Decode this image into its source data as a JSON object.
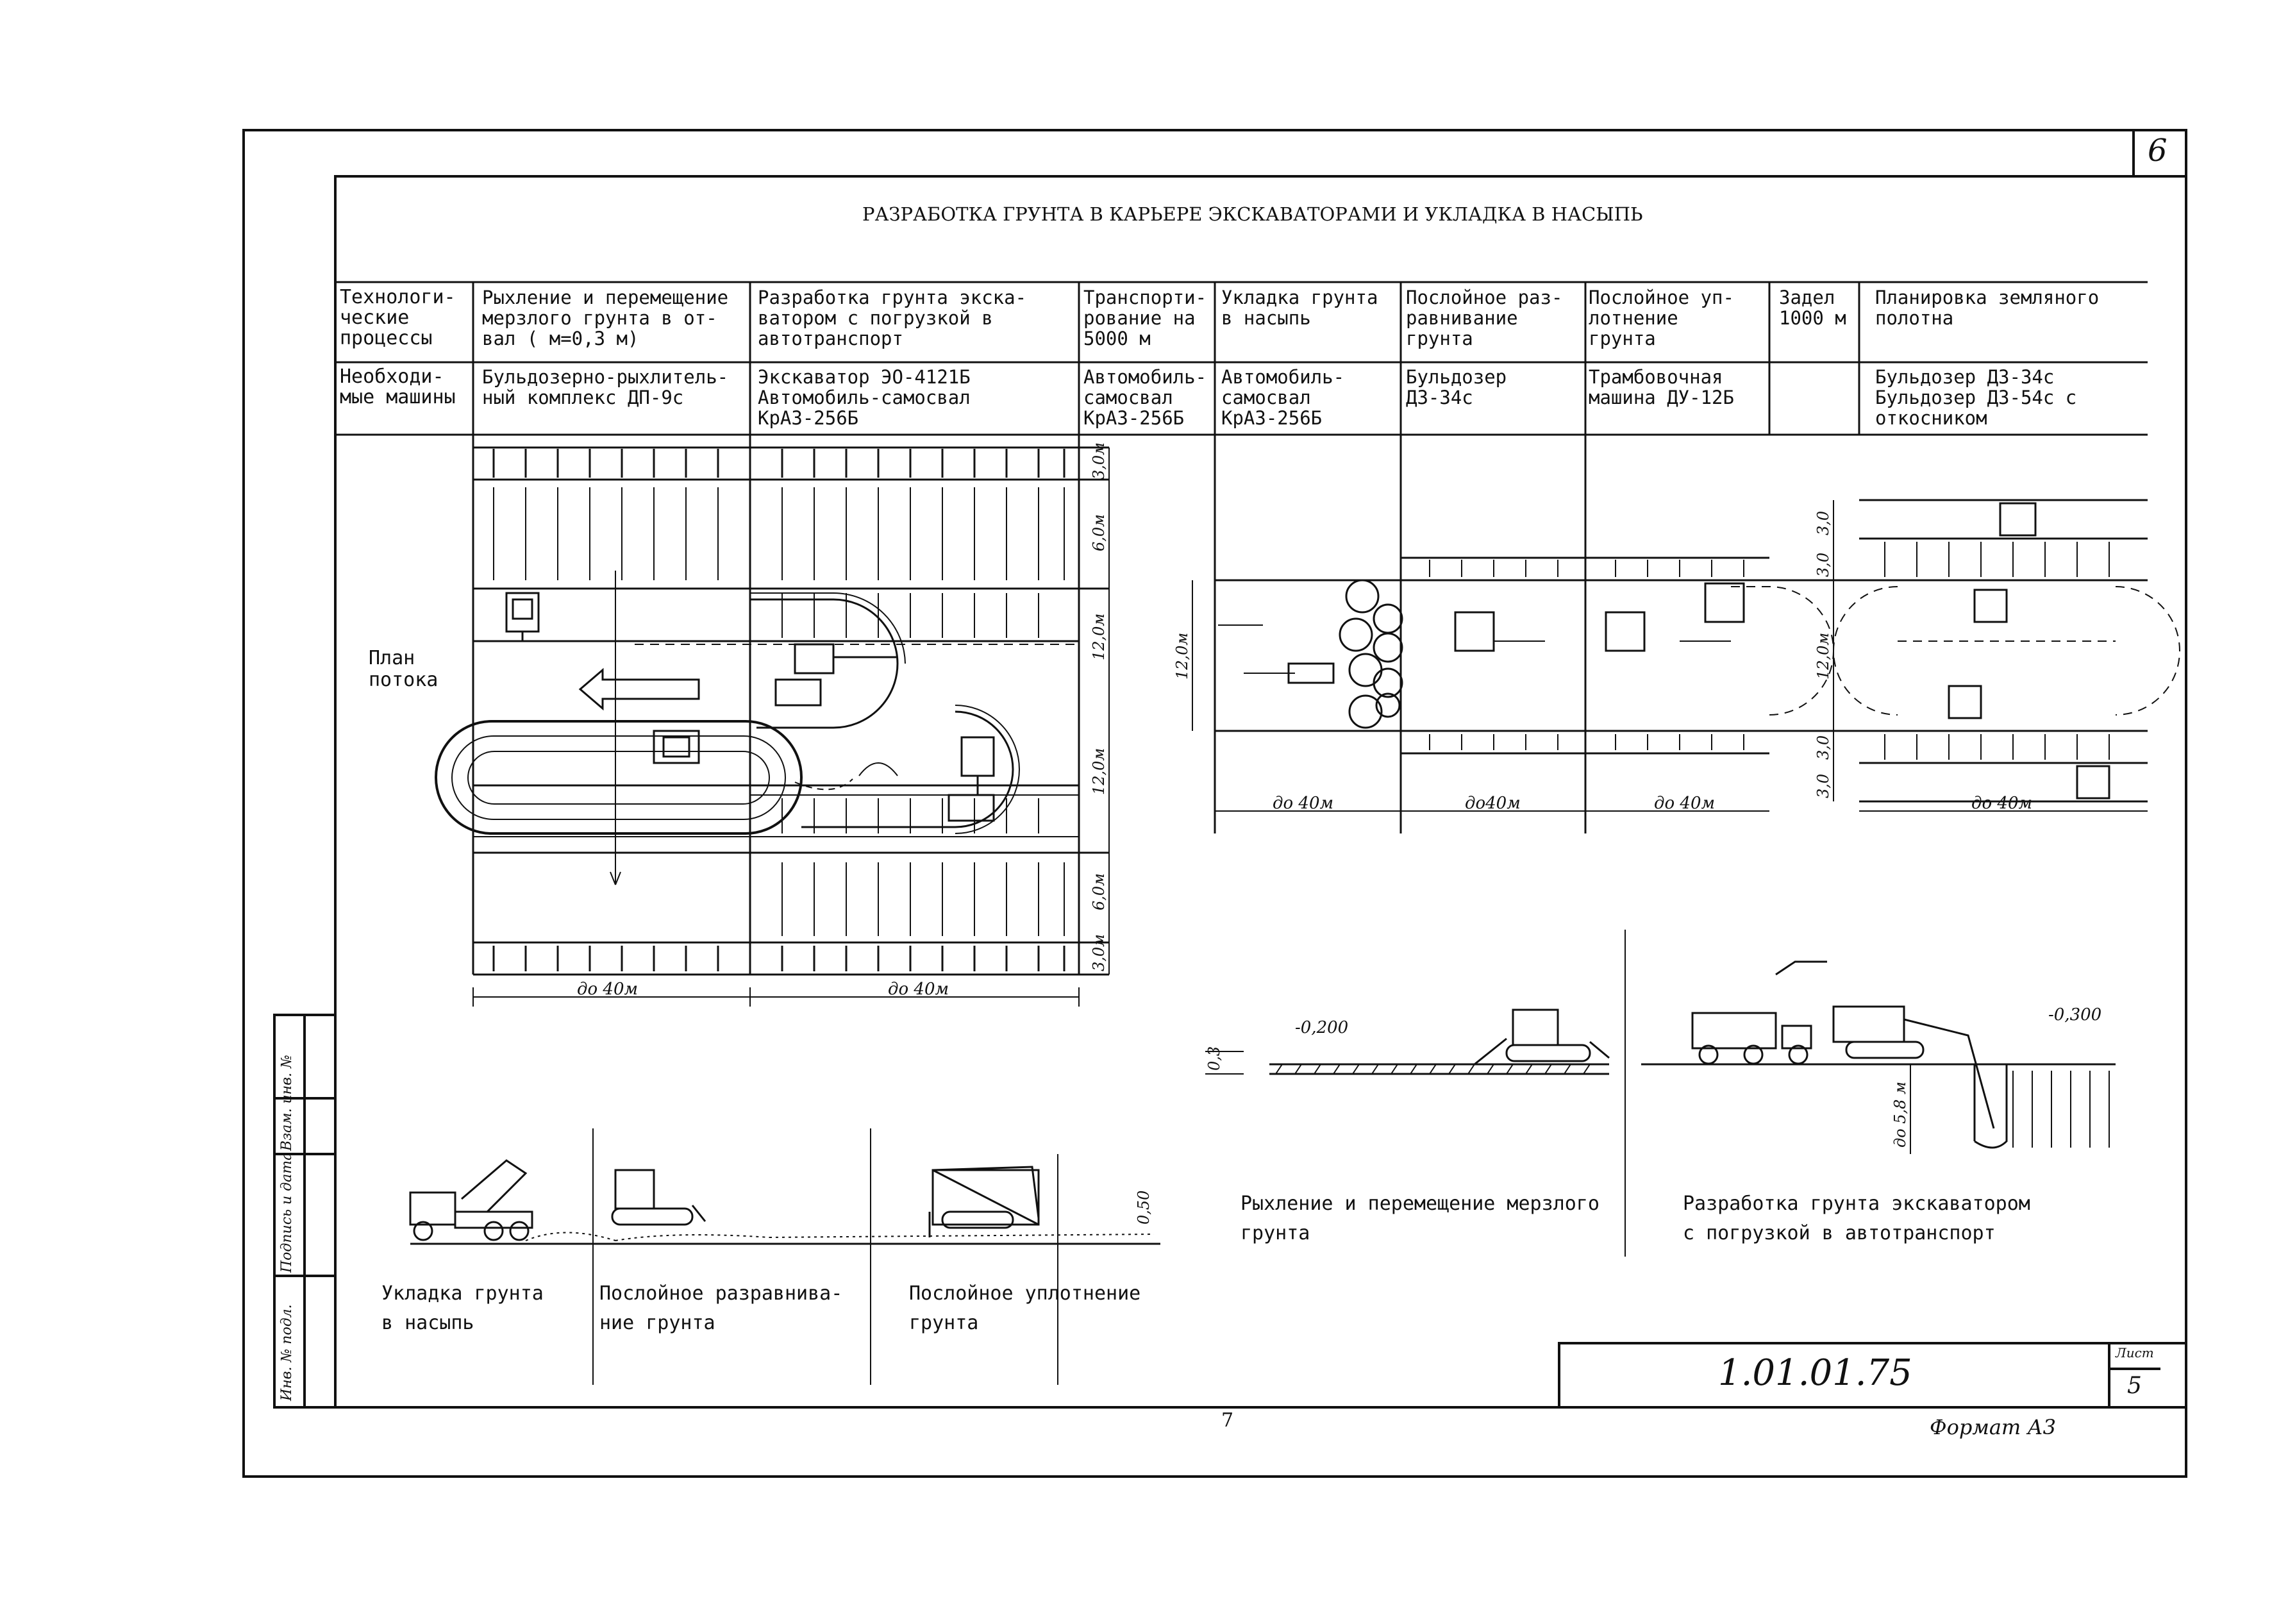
{
  "sheet": {
    "corner_sheet_number": "6",
    "title": "РАЗРАБОТКА ГРУНТА В КАРЬЕРЕ ЭКСКАВАТОРАМИ И УКЛАДКА В НАСЫПЬ",
    "page_number": "7",
    "format": "Формат А3",
    "code": "1.01.01.75",
    "sheet_label": "Лист",
    "sheet_no": "5"
  },
  "table": {
    "row1_header": "Технологи-\nческие\nпроцессы",
    "row2_header": "Необходи-\nмые машины",
    "columns": [
      {
        "process": "Рыхление и перемещение\nмерзлого грунта в от-\nвал ( м=0,3 м)",
        "machines": "Бульдозерно-рыхлитель-\nный комплекс ДП-9с"
      },
      {
        "process": "Разработка грунта экска-\nватором с погрузкой в\nавтотранспорт",
        "machines": "Экскаватор ЭО-4121Б\nАвтомобиль-самосвал\nКрАЗ-256Б"
      },
      {
        "process": "Транспорти-\nрование на\n5000 м",
        "machines": "Автомобиль-\nсамосвал\nКрАЗ-256Б"
      },
      {
        "process": "Укладка грунта\nв насыпь",
        "machines": "Автомобиль-\nсамосвал\nКрАЗ-256Б"
      },
      {
        "process": "Послойное раз-\nравнивание\nгрунта",
        "machines": "Бульдозер\nДЗ-34с"
      },
      {
        "process": "Послойное уп-\nлотнение\nгрунта",
        "machines": "Трамбовочная\nмашина ДУ-12Б"
      },
      {
        "process": "Задел\n1000 м",
        "machines": ""
      },
      {
        "process": "Планировка земляного\nполотна",
        "machines": "Бульдозер ДЗ-34с\nБульдозер ДЗ-54с с\nоткосником"
      }
    ]
  },
  "plan": {
    "label": "План\nпотока",
    "dims_bottom_left": [
      "до 40м",
      "до 40м"
    ],
    "dims_bottom_right": [
      "до 40м",
      "до40м",
      "до 40м",
      "до 40м"
    ],
    "vertical_left": [
      "3,0м",
      "6,0м",
      "12,0м",
      "12,0м",
      "6,0м",
      "3,0м"
    ],
    "vertical_mid": [
      "12,0м"
    ],
    "vertical_right": [
      "3,0",
      "3,0",
      "12,0м",
      "3,0",
      "3,0"
    ]
  },
  "sections": {
    "ripping_caption": "Рыхление и перемещение мерзлого\nгрунта",
    "ripping_level": "-0,200",
    "ripping_depth": "0,3",
    "excavation_caption": "Разработка грунта экскаватором\nс погрузкой в автотранспорт",
    "excavation_level": "-0,300",
    "excavation_depth": "до 5,8 м",
    "fill_caption": "Укладка грунта\nв насыпь",
    "leveling_caption": "Послойное разравнива-\nние грунта",
    "compaction_caption": "Послойное уплотнение\nгрунта",
    "compaction_height": "0,50"
  },
  "stamp": {
    "left_fields": [
      "Инв. № подл.",
      "Подпись и дата",
      "Взам. инв. №"
    ]
  }
}
